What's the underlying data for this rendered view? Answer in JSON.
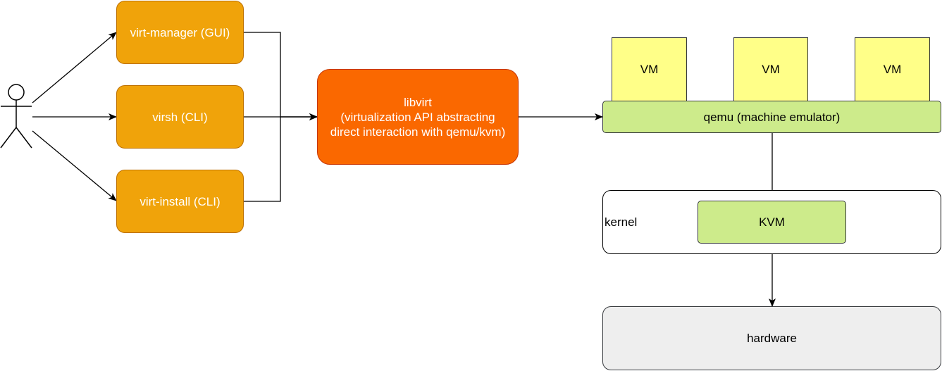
{
  "user": {
    "icon": "stick-figure-actor-icon"
  },
  "tools": {
    "virt_manager": "virt-manager (GUI)",
    "virsh": "virsh (CLI)",
    "virt_install": "virt-install (CLI)"
  },
  "libvirt": {
    "lines": [
      "libvirt",
      "(virtualization API abstracting",
      "direct interaction with qemu/kvm)"
    ]
  },
  "vms": [
    "VM",
    "VM",
    "VM"
  ],
  "qemu": "qemu (machine emulator)",
  "kernel": {
    "label": "kernel",
    "kvm": "KVM"
  },
  "hardware": "hardware",
  "colors": {
    "tool_fill": "#f0a30a",
    "libvirt_fill": "#fa6800",
    "vm_fill": "#ffff88",
    "green_fill": "#cdeb8b",
    "hardware_fill": "#eeeeee"
  }
}
